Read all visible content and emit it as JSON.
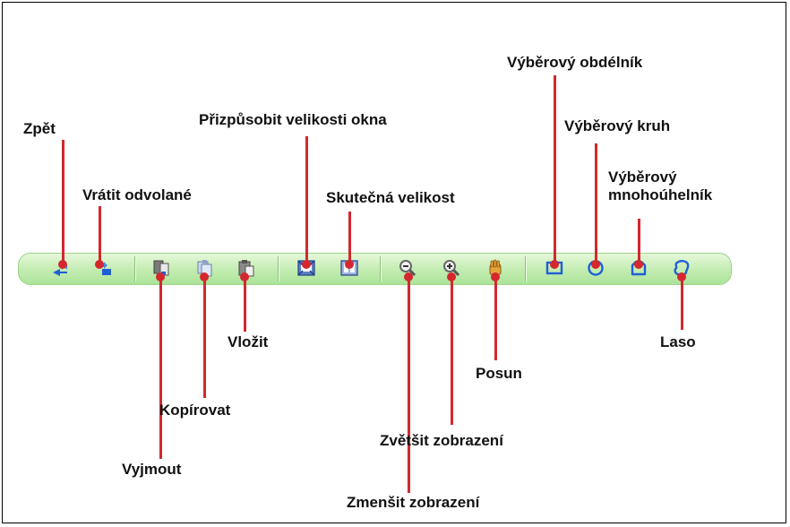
{
  "labels": {
    "undo": "Zpět",
    "redo": "Vrátit odvolané",
    "cut": "Vyjmout",
    "copy": "Kopírovat",
    "paste": "Vložit",
    "fit_window": "Přizpůsobit velikosti okna",
    "actual_size": "Skutečná velikost",
    "zoom_out": "Zmenšit zobrazení",
    "zoom_in": "Zvětšit zobrazení",
    "pan": "Posun",
    "rect_select": "Výběrový obdélník",
    "circle_select": "Výběrový kruh",
    "polygon_select_line1": "Výběrový",
    "polygon_select_line2": "mnohoúhelník",
    "lasso": "Laso"
  },
  "colors": {
    "callout": "#d4282e",
    "toolbar_bg": "#c2ecb0",
    "icon_blue": "#1f5fd6"
  },
  "icons": [
    "undo-icon",
    "redo-icon",
    "cut-icon",
    "copy-icon",
    "paste-icon",
    "fit-window-icon",
    "actual-size-icon",
    "zoom-out-icon",
    "zoom-in-icon",
    "pan-icon",
    "rect-select-icon",
    "circle-select-icon",
    "polygon-select-icon",
    "lasso-icon"
  ]
}
